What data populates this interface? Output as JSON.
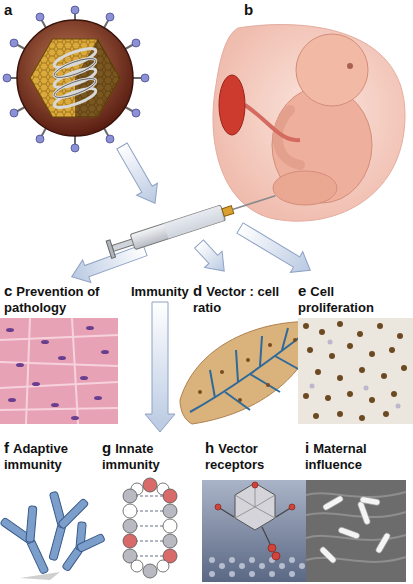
{
  "diagram": {
    "nodes": [
      {
        "text": [
          "a"
        ]
      },
      {
        "text": [
          "b"
        ]
      },
      {
        "text": [
          "c",
          "Prevention of pathology"
        ]
      },
      {
        "text": [
          "d",
          "Vector : cell ratio"
        ]
      },
      {
        "text": [
          "e",
          "Cell proliferation"
        ]
      },
      {
        "text": [
          "f",
          "Adaptive immunity"
        ]
      },
      {
        "text": [
          "g",
          "Innate immunity"
        ]
      },
      {
        "text": [
          "h",
          "Vector receptors"
        ]
      },
      {
        "text": [
          "i",
          "Maternal influence"
        ]
      }
    ],
    "labels": [
      "Immunity"
    ]
  }
}
